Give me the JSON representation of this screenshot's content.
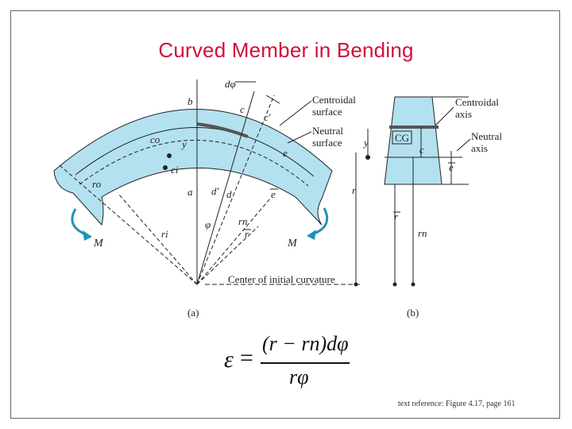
{
  "title": "Curved Member in Bending",
  "reference": "text reference: Figure 4.17, page 161",
  "formula": {
    "lhs": "ε",
    "equals": "=",
    "numerator": "(r − rn)dφ",
    "denominator": "rφ"
  },
  "colors": {
    "title": "#d0103a",
    "beam_fill": "#b3e1ef",
    "moment_arrow": "#1d93b8",
    "line": "#222222"
  },
  "labels_a": {
    "dphi": "dφ",
    "b": "b",
    "c": "c",
    "c_prime": "c'",
    "co": "co",
    "y": "y",
    "ci": "ci",
    "ro": "ro",
    "a": "a",
    "d_prime": "d'",
    "d": "d",
    "e": "e",
    "e_bar": "e",
    "rn": "rn",
    "phi": "φ",
    "ri": "ri",
    "r_bar": "r",
    "M_left": "M",
    "M_right": "M",
    "centroidal_surface": "Centroidal surface",
    "neutral_surface": "Neutral surface",
    "center": "Center of initial curvature",
    "caption": "(a)"
  },
  "labels_b": {
    "centroidal_axis": "Centroidal axis",
    "neutral_axis": "Neutral axis",
    "y": "y",
    "cg": "CG",
    "c": "c",
    "e": "e",
    "r": "r",
    "r_bar": "r",
    "rn": "rn",
    "caption": "(b)"
  }
}
